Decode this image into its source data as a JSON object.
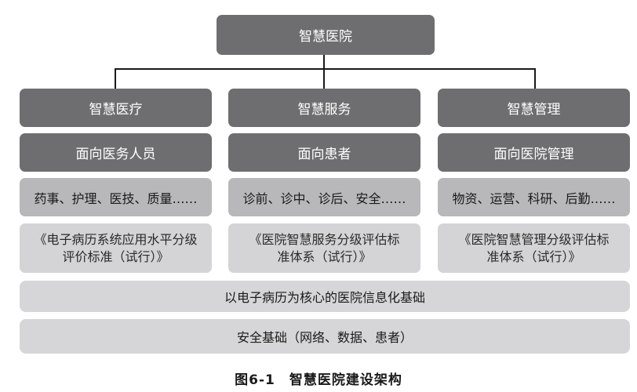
{
  "root": {
    "label": "智慧医院"
  },
  "columns": [
    {
      "title": "智慧医疗",
      "audience": "面向医务人员",
      "scope": "药事、护理、医技、质量……",
      "standard": "《电子病历系统应用水平分级评价标准（试行）》"
    },
    {
      "title": "智慧服务",
      "audience": "面向患者",
      "scope": "诊前、诊中、诊后、安全……",
      "standard": "《医院智慧服务分级评估标准体系（试行）》"
    },
    {
      "title": "智慧管理",
      "audience": "面向医院管理",
      "scope": "物资、运营、科研、后勤……",
      "standard": "《医院智慧管理分级评估标准体系（试行）》"
    }
  ],
  "foundation": {
    "label": "以电子病历为核心的医院信息化基础"
  },
  "security": {
    "label": "安全基础（网络、数据、患者）"
  },
  "caption": "图6-1　智慧医院建设架构"
}
